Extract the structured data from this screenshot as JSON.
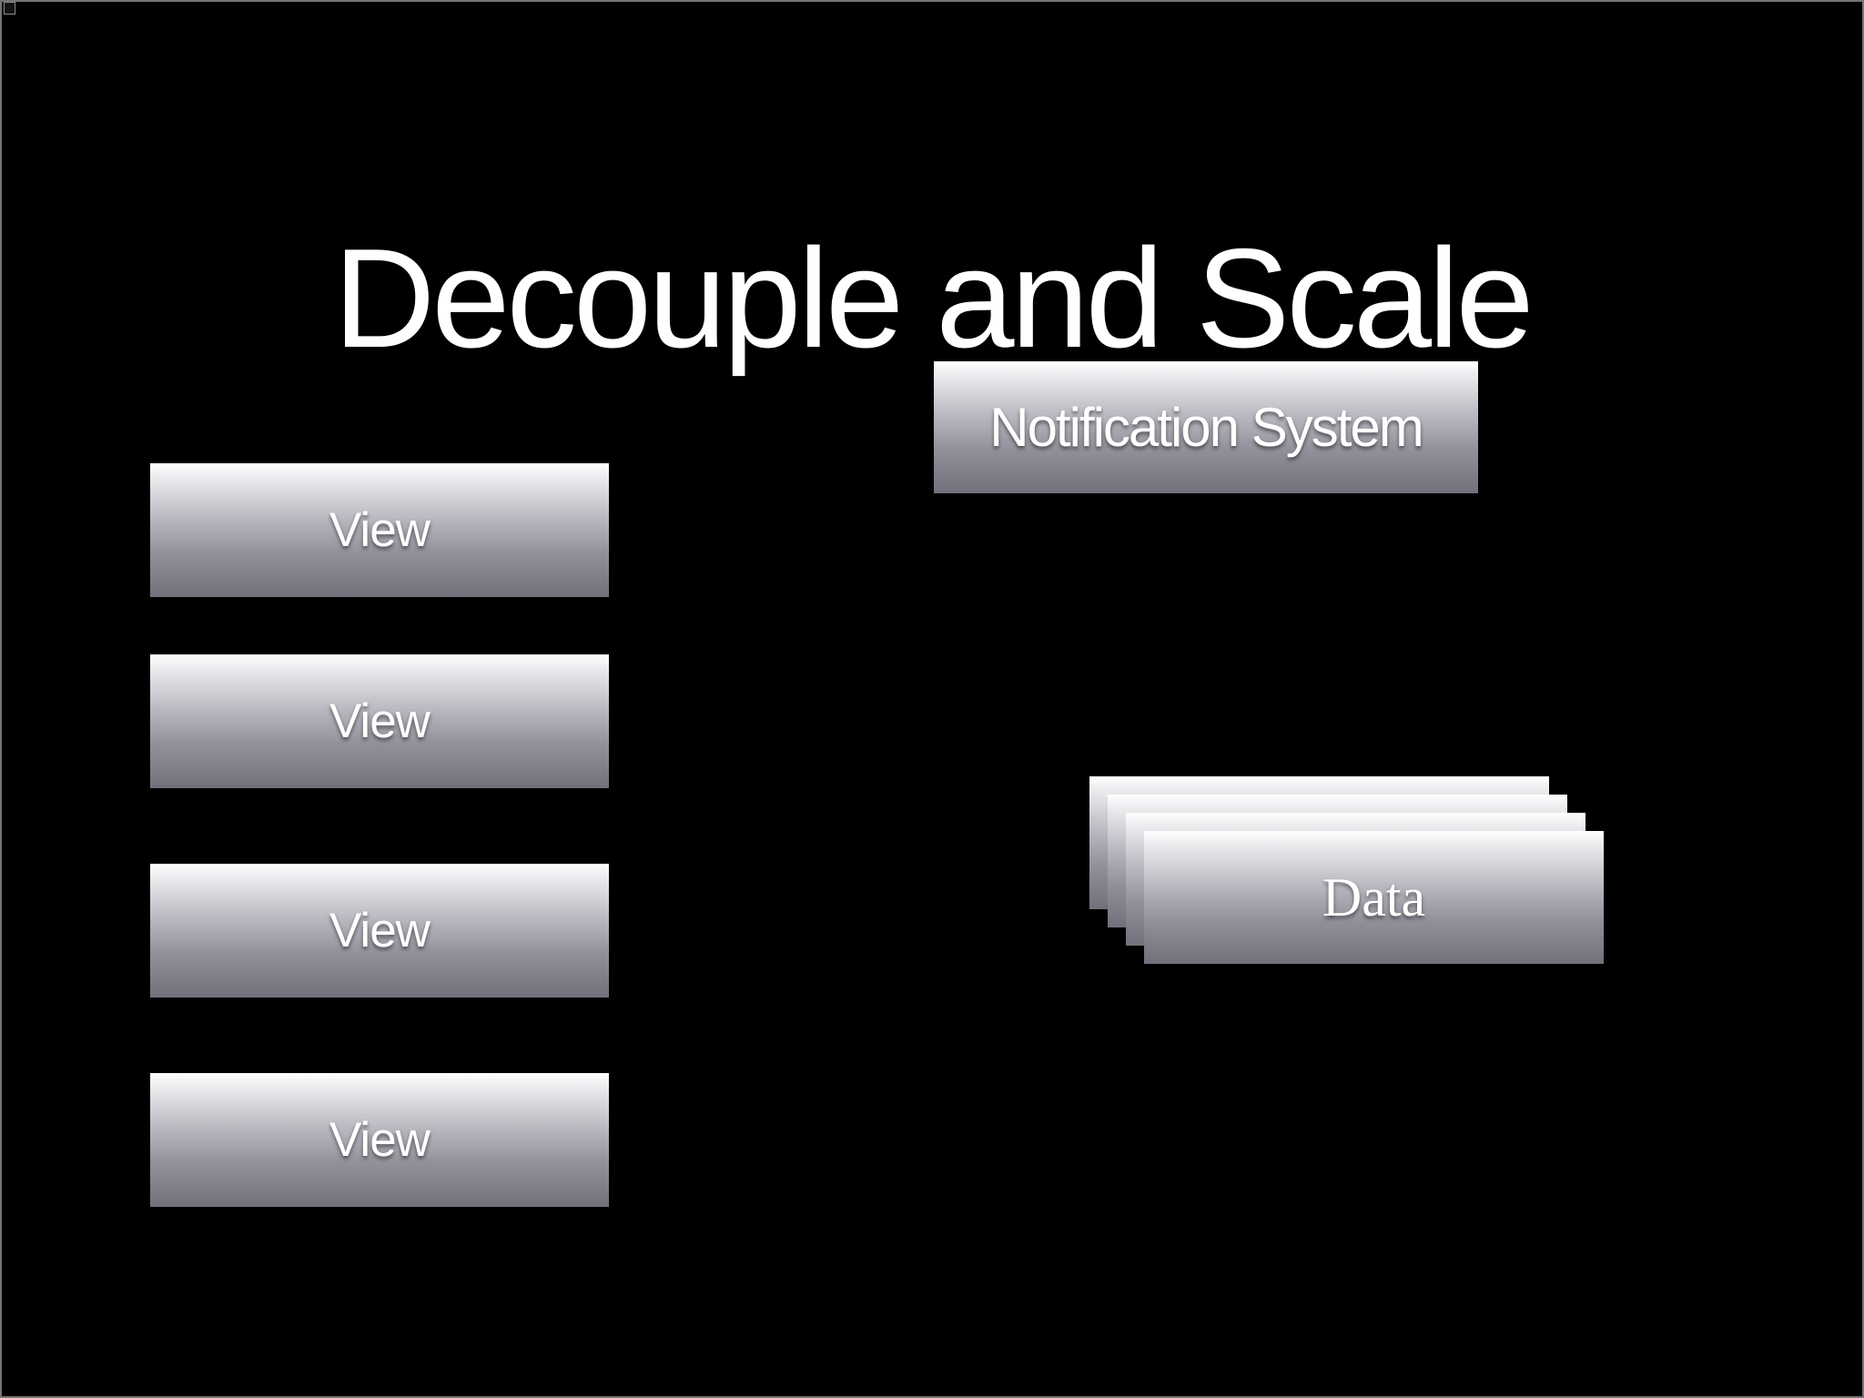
{
  "slide": {
    "title": "Decouple and Scale",
    "view_boxes": [
      {
        "label": "View"
      },
      {
        "label": "View"
      },
      {
        "label": "View"
      },
      {
        "label": "View"
      }
    ],
    "notification_box": {
      "label": "Notification System"
    },
    "data_stack": {
      "label": "Data",
      "layer_count": 4
    }
  },
  "colors": {
    "background": "#000000",
    "frame_border": "#757575",
    "box_gradient_top": "#ffffff",
    "box_gradient_mid": "#b7b7bf",
    "box_gradient_bottom": "#71717c",
    "text": "#ffffff"
  }
}
